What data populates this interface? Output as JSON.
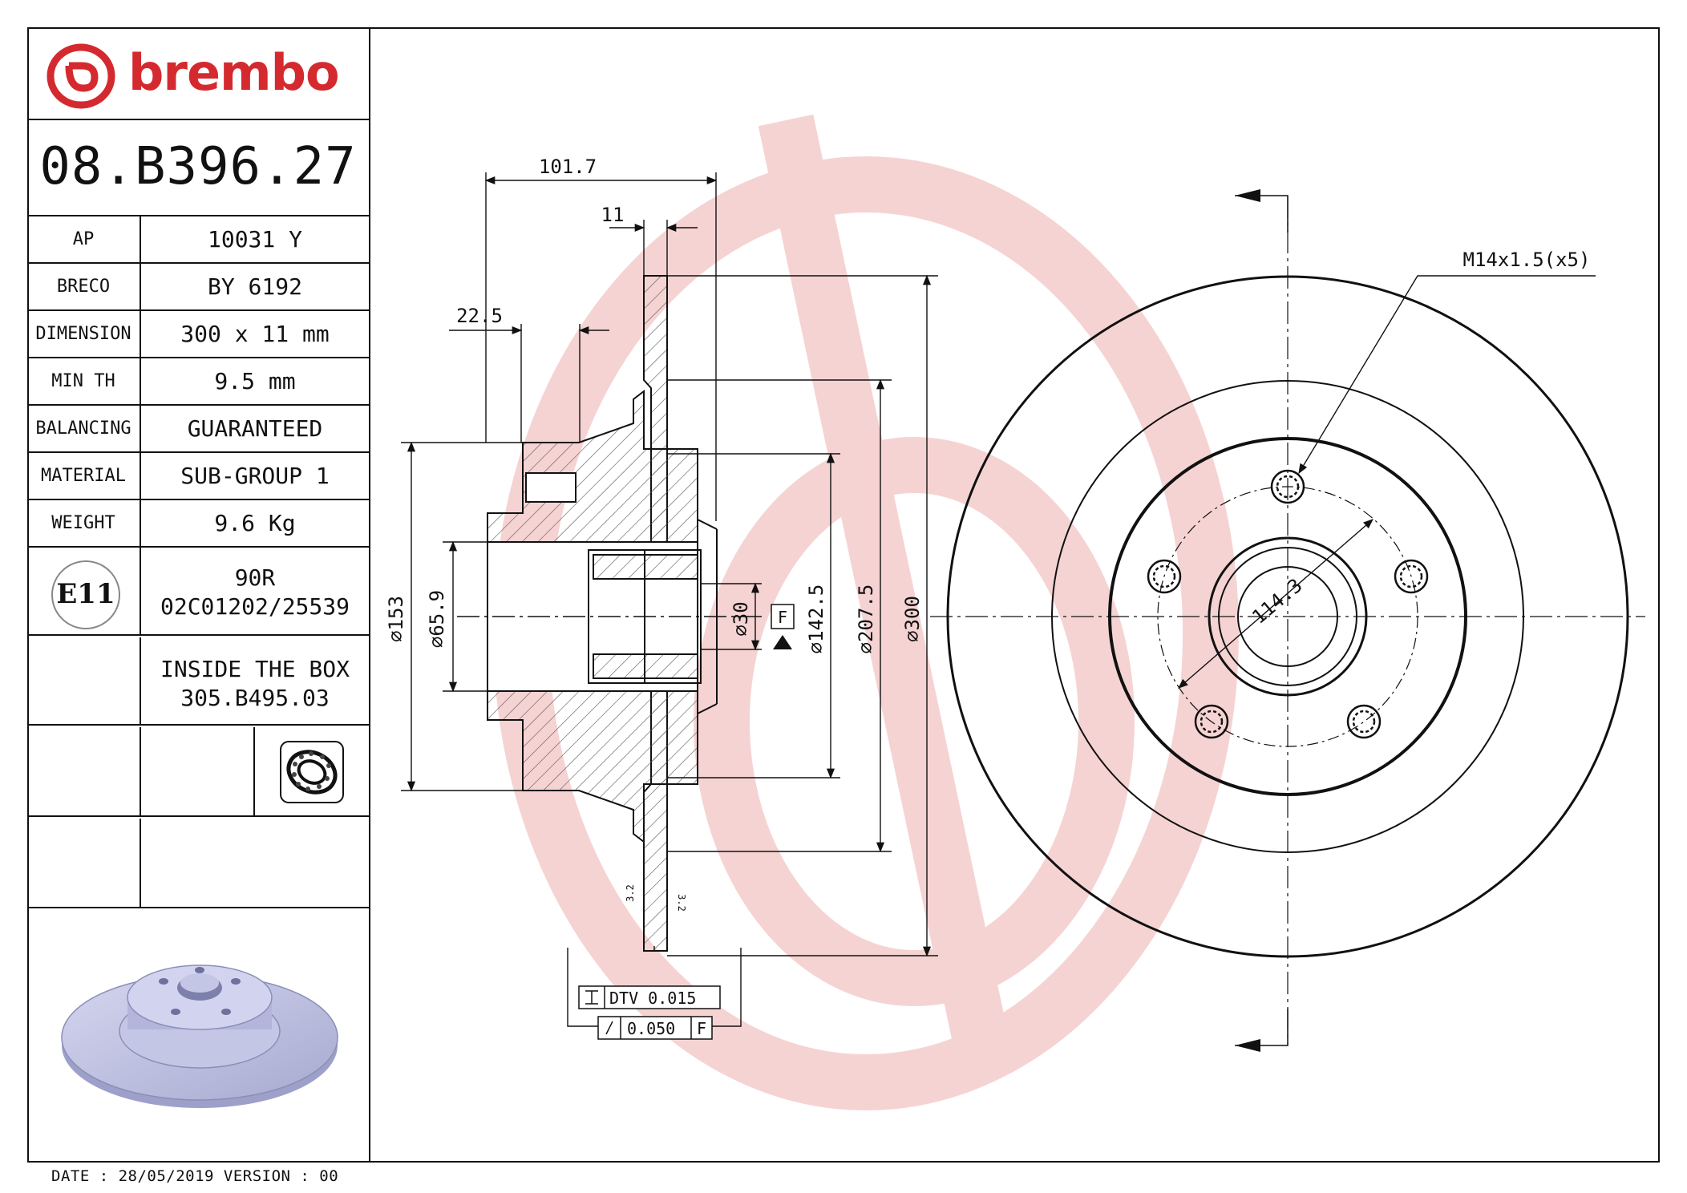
{
  "brand": {
    "name": "brembo",
    "color": "#d42a2f"
  },
  "part_number": "08.B396.27",
  "specs": [
    {
      "label": "AP",
      "value": "10031 Y"
    },
    {
      "label": "BRECO",
      "value": "BY 6192"
    },
    {
      "label": "DIMENSION",
      "value": "300 x 11 mm"
    },
    {
      "label": "MIN TH",
      "value": "9.5 mm"
    },
    {
      "label": "BALANCING",
      "value": "GUARANTEED"
    },
    {
      "label": "MATERIAL",
      "value": "SUB-GROUP 1"
    },
    {
      "label": "WEIGHT",
      "value": "9.6 Kg"
    }
  ],
  "approval": {
    "mark": "E11",
    "code": "90R",
    "number": "02C01202/25539"
  },
  "inside_box": {
    "label": "INSIDE THE BOX",
    "part": "305.B495.03"
  },
  "footer": "DATE : 28/05/2019 VERSION : 00",
  "dimensions": {
    "overall_width": "101.7",
    "disc_thickness": "11",
    "offset": "22.5",
    "d153": "153",
    "d65_9": "65.9",
    "d30": "30",
    "d142_5": "142.5",
    "d207_5": "207.5",
    "d300": "300",
    "datum": "F",
    "thread": "M14x1.5(x5)",
    "pcd": "114.3",
    "rough_a": "3.2",
    "rough_b": "3.2"
  },
  "tolerances": {
    "dtv": "DTV 0.015",
    "runout": "0.050",
    "runout_datum": "F"
  },
  "icons": [
    "brembo-logo-icon",
    "bearing-icon",
    "disc-render-icon",
    "ece-e11-icon"
  ]
}
